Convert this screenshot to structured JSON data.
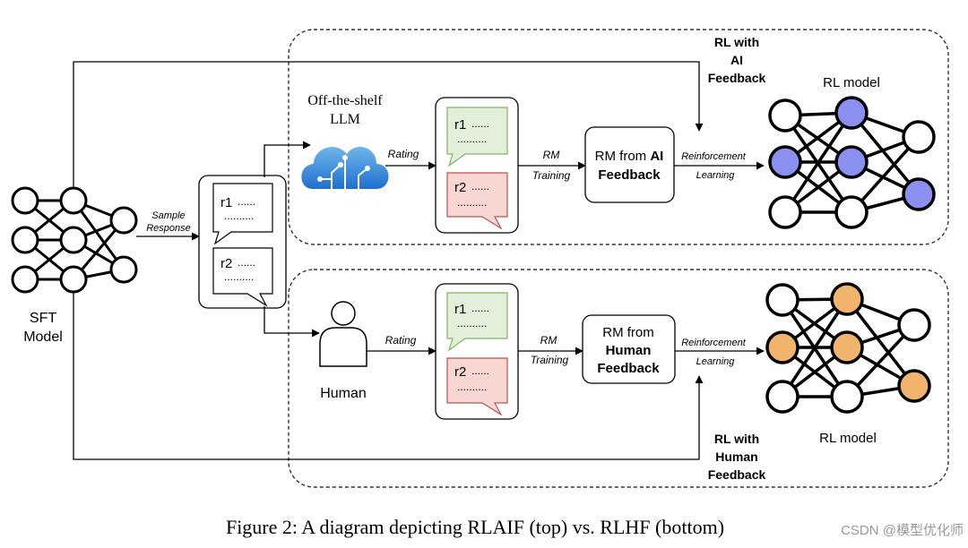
{
  "sft": {
    "line1": "SFT",
    "line2": "Model"
  },
  "sample_response": {
    "line1": "Sample",
    "line2": "Response"
  },
  "responses": {
    "r1": "r1",
    "r2": "r2",
    "dots_a": "......",
    "dots_b": ".........."
  },
  "top": {
    "llm_line1": "Off-the-shelf",
    "llm_line2": "LLM",
    "rating": "Rating",
    "rm_training_1": "RM",
    "rm_training_2": "Training",
    "rm_box_prefix": "RM from ",
    "rm_box_bold": "AI",
    "rm_box_line2": "Feedback",
    "rl_1": "Reinforcement",
    "rl_2": "Learning",
    "rl_model": "RL model",
    "label_1": "RL with",
    "label_2": "AI",
    "label_3": "Feedback"
  },
  "bottom": {
    "human": "Human",
    "rating": "Rating",
    "rm_training_1": "RM",
    "rm_training_2": "Training",
    "rm_box_line1": "RM from",
    "rm_box_line2": "Human",
    "rm_box_line3": "Feedback",
    "rl_1": "Reinforcement",
    "rl_2": "Learning",
    "rl_model": "RL model",
    "label_1": "RL with",
    "label_2": "Human",
    "label_3": "Feedback"
  },
  "caption": "Figure 2: A diagram depicting RLAIF (top) vs. RLHF (bottom)",
  "watermark": "CSDN @模型优化师",
  "colors": {
    "ai_node": "#8b8ff0",
    "human_node": "#f2b36d",
    "r1_fill": "#e2f0d9",
    "r1_stroke": "#82b366",
    "r2_fill": "#f8d7d3",
    "r2_stroke": "#b85450",
    "cloud_top": "#6fb6ea",
    "cloud_bottom": "#1f6fd0"
  }
}
